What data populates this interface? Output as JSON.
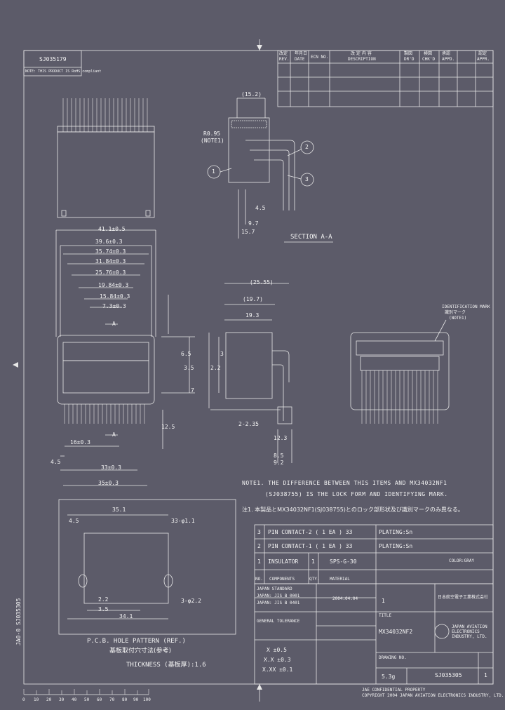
{
  "revision_table": {
    "headers": [
      "REV.",
      "DATE",
      "ECN NO.",
      "DESCRIPTION",
      "DR'D",
      "CHK'D",
      "APPD.",
      "APPR."
    ],
    "headers_jp": [
      "改定",
      "年月日",
      "",
      "改 定 内 容",
      "製図",
      "検図",
      "承認",
      "認定"
    ]
  },
  "top_left_box": {
    "line1": "SJ035179",
    "line2": "NOTE: THIS PRODUCT IS RoHS compliant"
  },
  "section_view": {
    "dim_width": "(15.2)",
    "radius": "R0.95",
    "radius_note": "(NOTE1)",
    "dim_a": "4.5",
    "dim_b": "9.7",
    "dim_c": "15.7",
    "title": "SECTION A-A",
    "callouts": [
      "1",
      "2",
      "3"
    ]
  },
  "front_view": {
    "dims": [
      "41.1±0.5",
      "39.6±0.3",
      "35.74±0.3",
      "31.84±0.3",
      "25.76±0.3",
      "19.84±0.3",
      "15.84±0.3",
      "7.3±0.3"
    ],
    "section_label": "A",
    "bottom_dims": [
      "4.5",
      "16±0.3",
      "33±0.3",
      "35±0.3"
    ],
    "side_dims": [
      "6.5",
      "3.5",
      "7",
      "12.5"
    ]
  },
  "side_view": {
    "dims": [
      "(25.55)",
      "(19.7)",
      "19.3",
      "2.2",
      "3",
      "12.3",
      "8.5",
      "9.2",
      "2-2.35"
    ]
  },
  "end_view": {
    "identification_mark": "IDENTIFICATION MARK",
    "identification_mark_jp": "識別マーク",
    "note": "(NOTE1)"
  },
  "note_text": {
    "line1": "NOTE1. THE DIFFERENCE BETWEEN THIS ITEMS AND MX34032NF1",
    "line2": "(SJ038755) IS THE LOCK FORM AND IDENTIFYING MARK.",
    "line3_jp": "注1. 本製品とMX34032NF1(SJ038755)とのロック部形状及び識別マークのみ異なる。"
  },
  "pcb_pattern": {
    "dims": [
      "35.1",
      "4.5",
      "33-φ1.1",
      "3-φ2.2",
      "2.2",
      "3.5",
      "34.1"
    ],
    "title": "P.C.B. HOLE PATTERN (REF.)",
    "title_jp": "基板取付穴寸法(参考)",
    "thickness": "THICKNESS (基板厚):1.6"
  },
  "parts_list": [
    {
      "no": "3",
      "name": "PIN CONTACT-2 ( 1 EA ) 33",
      "material": "PLATING:Sn"
    },
    {
      "no": "2",
      "name": "PIN CONTACT-1 ( 1 EA ) 33",
      "material": "PLATING:Sn"
    },
    {
      "no": "1",
      "name": "INSULATOR",
      "qty": "1",
      "material": "SPS-G-30",
      "finish": "COLOR:GRAY"
    }
  ],
  "parts_header": {
    "no": "NO.",
    "name": "COMPONENTS",
    "qty": "QTY.",
    "material": "MATERIAL"
  },
  "title_block": {
    "standards": [
      "JAPAN STANDARD",
      "JAPAN: JIS B 0001",
      "JAPAN: JIS B 0401"
    ],
    "tolerance_label": "GENERAL TOLERANCE",
    "tolerances": [
      "X ±0.5",
      "X.X ±0.3",
      "X.XX ±0.1"
    ],
    "drawn_date": "2004.04.04",
    "scale": "1",
    "title_label": "TITLE",
    "part_no": "MX34032NF2",
    "company_jp": "日本航空電子工業株式会社",
    "company_en": "JAPAN AVIATION ELECTRONICS INDUSTRY, LTD.",
    "dwg_label": "DRAWING NO.",
    "dwg_no": "SJ035305",
    "sheet": "1",
    "units": "5.3g",
    "copyright_line1": "JAE CONFIDENTIAL PROPERTY",
    "copyright_line2": "COPYRIGHT 2004 JAPAN AVIATION ELECTRONICS INDUSTRY, LTD."
  },
  "left_margin_code": "JA0-0 SJ035305",
  "scale_ruler": [
    "0",
    "10",
    "20",
    "30",
    "40",
    "50",
    "60",
    "70",
    "80",
    "90",
    "100"
  ]
}
